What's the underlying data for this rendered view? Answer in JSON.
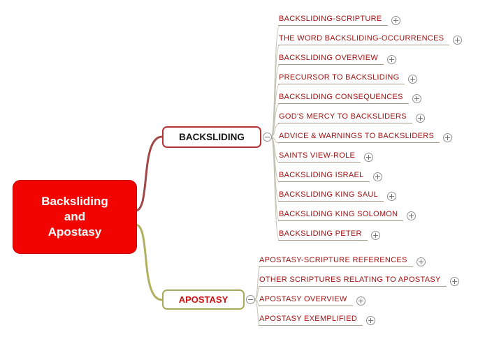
{
  "root": {
    "lines": [
      "Backsliding",
      "and",
      "Apostasy"
    ],
    "bg_color": "#f20400",
    "text_color": "#ffffff"
  },
  "branches": [
    {
      "label": "BACKSLIDING",
      "border_color": "#b23434",
      "collapse_icon": "minus-circle-icon",
      "children": [
        "BACKSLIDING-SCRIPTURE",
        "THE WORD BACKSLIDING-OCCURRENCES",
        "BACKSLIDING OVERVIEW",
        "PRECURSOR TO BACKSLIDING",
        "BACKSLIDING CONSEQUENCES",
        "GOD'S MERCY TO BACKSLIDERS",
        "ADVICE & WARNINGS TO BACKSLIDERS",
        "SAINTS VIEW-ROLE",
        "BACKSLIDING ISRAEL",
        "BACKSLIDING KING SAUL",
        "BACKSLIDING KING SOLOMON",
        "BACKSLIDING PETER"
      ]
    },
    {
      "label": "APOSTASY",
      "border_color": "#a8a85a",
      "collapse_icon": "minus-circle-icon",
      "children": [
        "APOSTASY-SCRIPTURE REFERENCES",
        "OTHER SCRIPTURES RELATING TO APOSTASY",
        "APOSTASY OVERVIEW",
        "APOSTASY EXEMPLIFIED"
      ]
    }
  ],
  "icons": {
    "leaf_expand": "plus-circle-icon",
    "branch_collapse": "minus-circle-icon"
  },
  "colors": {
    "branch_link_backsliding": "#a04848",
    "branch_link_apostasy": "#b0b060",
    "child_link": "#c3c3b2",
    "topic_text": "#a01212",
    "topic_underline": "#a89d8d"
  }
}
